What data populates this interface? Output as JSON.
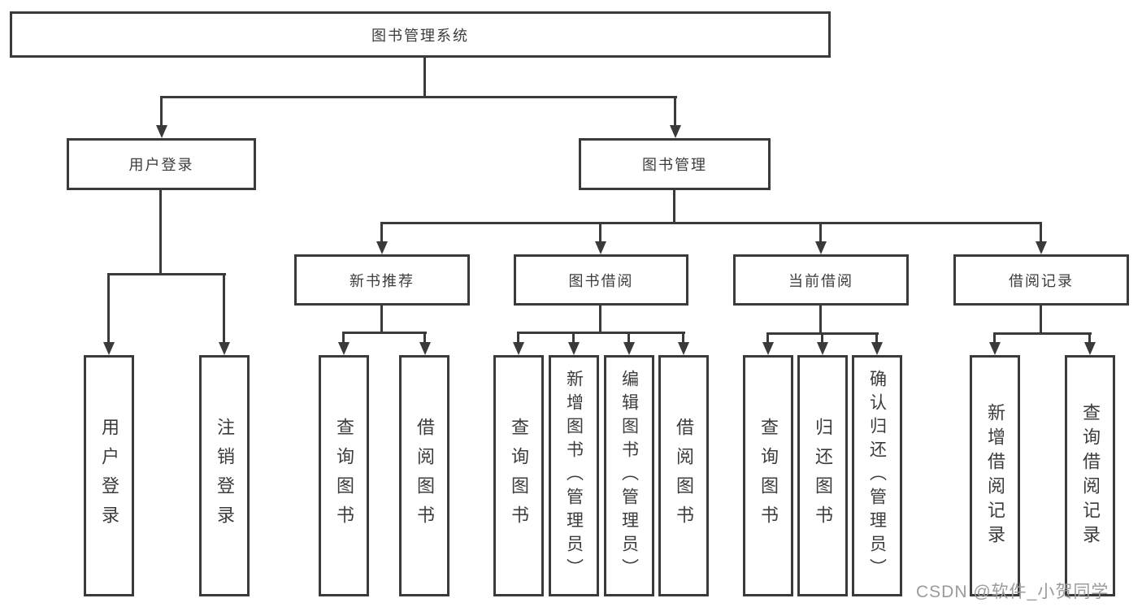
{
  "diagram": {
    "title": "图书管理系统",
    "branches": {
      "user_login": {
        "label": "用户登录",
        "children": [
          "用户登录",
          "注销登录"
        ]
      },
      "book_mgmt": {
        "label": "图书管理",
        "sections": [
          {
            "label": "新书推荐",
            "children": [
              "查询图书",
              "借阅图书"
            ]
          },
          {
            "label": "图书借阅",
            "children": [
              "查询图书",
              "新增图书（管理员）",
              "编辑图书（管理员）",
              "借阅图书"
            ]
          },
          {
            "label": "当前借阅",
            "children": [
              "查询图书",
              "归还图书",
              "确认归还（管理员）"
            ]
          },
          {
            "label": "借阅记录",
            "children": [
              "新增借阅记录",
              "查询借阅记录"
            ]
          }
        ]
      }
    },
    "colors": {
      "line": "#3a3a3a",
      "text": "#3c3c3c",
      "background": "#ffffff",
      "watermark": "#9b9b9b"
    }
  },
  "watermark": {
    "text": "CSDN @软件_小贺同学"
  }
}
